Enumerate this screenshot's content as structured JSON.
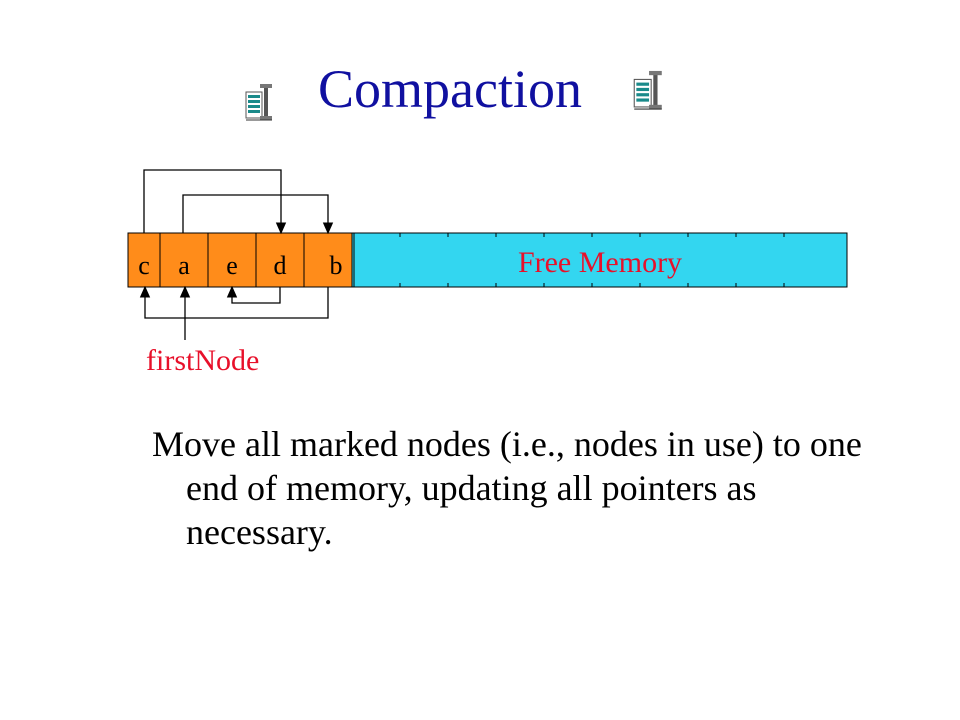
{
  "title": "Compaction",
  "icons": [
    "compress-icon",
    "compress-icon"
  ],
  "diagram": {
    "nodes": [
      "c",
      "a",
      "e",
      "d",
      "b"
    ],
    "free_label": "Free Memory",
    "pointer_label": "firstNode",
    "colors": {
      "node_fill": "#ff8c1a",
      "free_fill": "#33d6f0",
      "label_red": "#e8102a",
      "title_blue": "#1010a0"
    }
  },
  "body_text": "Move all marked nodes (i.e., nodes in use) to one end of memory, updating all pointers as necessary."
}
